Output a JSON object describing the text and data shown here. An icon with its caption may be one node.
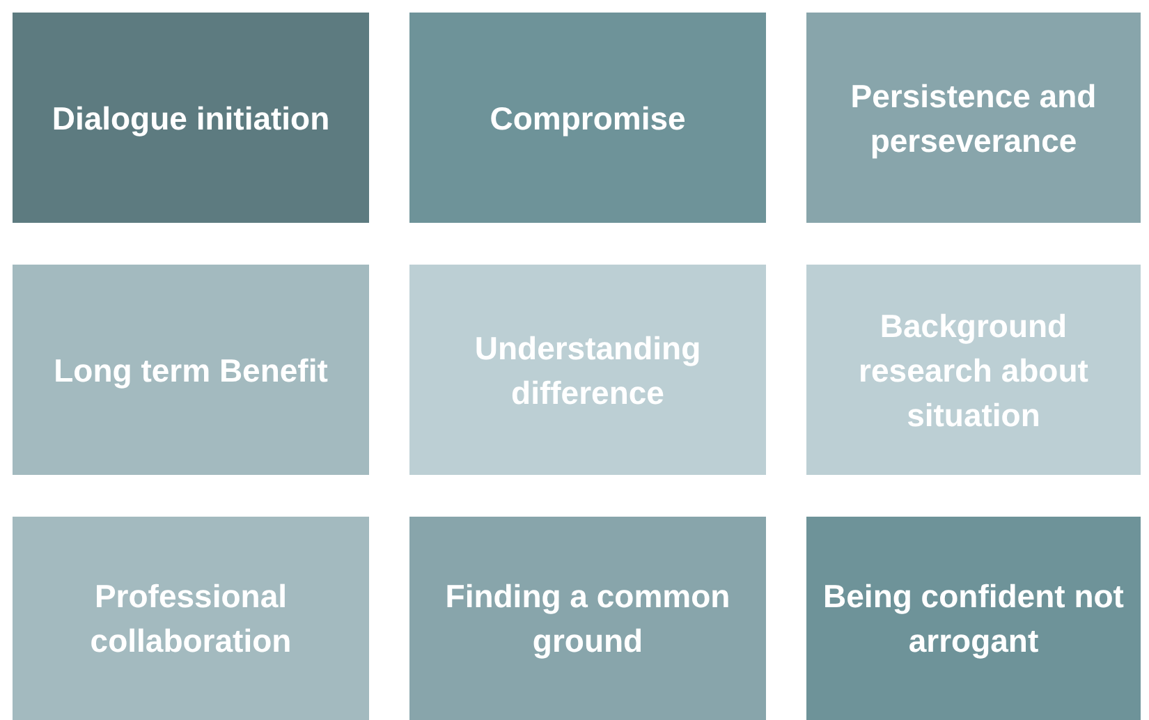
{
  "diagram": {
    "nodes": [
      {
        "text": [
          "Dialogue initiation"
        ]
      },
      {
        "text": [
          "Compromise"
        ]
      },
      {
        "text": [
          "Persistence and perseverance"
        ]
      },
      {
        "text": [
          "Long term Benefit"
        ]
      },
      {
        "text": [
          "Understanding difference"
        ]
      },
      {
        "text": [
          "Background research about situation"
        ]
      },
      {
        "text": [
          "Professional collaboration"
        ]
      },
      {
        "text": [
          "Finding a common ground"
        ]
      },
      {
        "text": [
          "Being confident not arrogant"
        ]
      }
    ]
  }
}
